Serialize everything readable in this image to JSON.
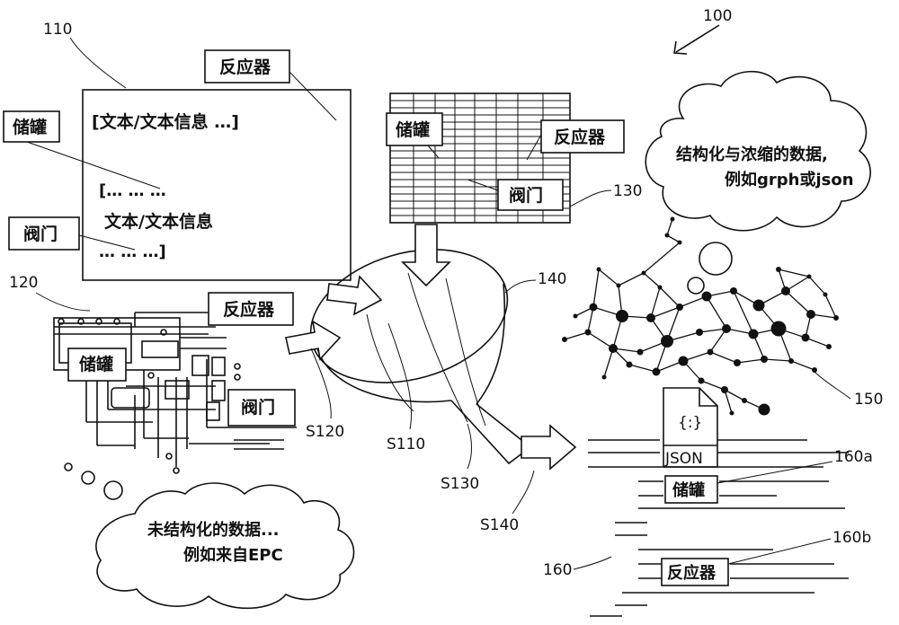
{
  "figure": {
    "ref_main": "100",
    "colors": {
      "ink": "#111111",
      "paper": "#ffffff"
    }
  },
  "document": {
    "ref": "110",
    "tag_reactor": "反应器",
    "tag_tank": "储罐",
    "tag_valve": "阀门",
    "line1": "[文本/文本信息 …]",
    "line2": "[…  …                    …",
    "line3": "文本/文本信息",
    "line4": "…   …                    …]"
  },
  "pid": {
    "ref": "120",
    "tag_reactor": "反应器",
    "tag_tank": "储罐",
    "tag_valve": "阀门"
  },
  "table": {
    "ref": "130",
    "tag_tank": "储罐",
    "tag_reactor": "反应器",
    "tag_valve": "阀门"
  },
  "funnel": {
    "ref": "140",
    "step_s110": "S110",
    "step_s120": "S120",
    "step_s130": "S130",
    "step_s140": "S140"
  },
  "graph": {
    "ref": "150",
    "json_label": "JSON",
    "json_glyph": "{:}"
  },
  "output": {
    "ref": "160",
    "ref_a": "160a",
    "ref_b": "160b",
    "tag_tank": "储罐",
    "tag_reactor": "反应器"
  },
  "cloud_structured": {
    "line1": "结构化与浓缩的数据,",
    "line2": "例如grph或json"
  },
  "cloud_unstructured": {
    "line1": "未结构化的数据...",
    "line2": "例如来自EPC"
  }
}
